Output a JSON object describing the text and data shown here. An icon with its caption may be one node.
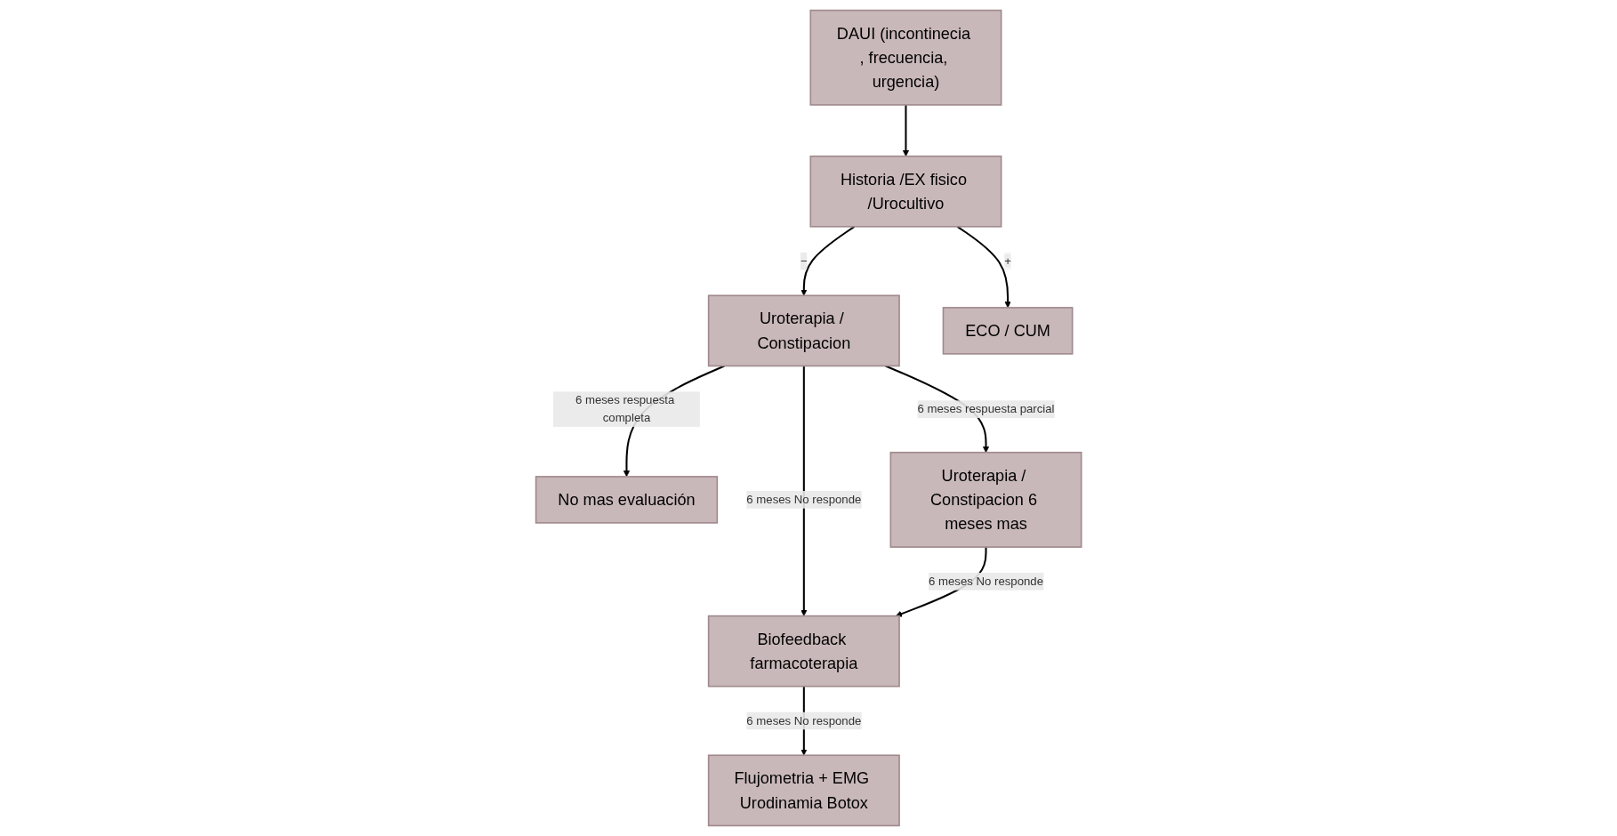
{
  "diagram": {
    "nodes": [
      {
        "text": [
          "DAUI (incontinecia , frecuencia, urgencia)"
        ]
      },
      {
        "text": [
          "Historia /EX fisico /Urocultivo"
        ]
      },
      {
        "text": [
          "Uroterapia / Constipacion"
        ]
      },
      {
        "text": [
          "ECO / CUM"
        ]
      },
      {
        "text": [
          "Biofeedback farmacoterapia"
        ]
      },
      {
        "text": [
          "No mas evaluación"
        ]
      },
      {
        "text": [
          "Uroterapia / Constipacion 6 meses mas"
        ]
      },
      {
        "text": [
          "Flujometria + EMG Urodinamia Botox"
        ]
      }
    ],
    "edges": [
      {
        "from": 0,
        "to": 1,
        "arrow": "to"
      },
      {
        "from": 1,
        "to": 2,
        "arrow": "to",
        "label": "−"
      },
      {
        "from": 1,
        "to": 3,
        "arrow": "to",
        "label": "+"
      },
      {
        "from": 2,
        "to": 4,
        "arrow": "to",
        "label": "6 meses No responde"
      },
      {
        "from": 2,
        "to": 5,
        "arrow": "to",
        "label": "6 meses respuesta completa"
      },
      {
        "from": 2,
        "to": 6,
        "arrow": "to",
        "label": "6 meses respuesta parcial"
      },
      {
        "from": 6,
        "to": 4,
        "arrow": "to",
        "label": "6 meses No responde"
      },
      {
        "from": 4,
        "to": 7,
        "arrow": "to",
        "label": "6 meses No responde"
      }
    ]
  }
}
